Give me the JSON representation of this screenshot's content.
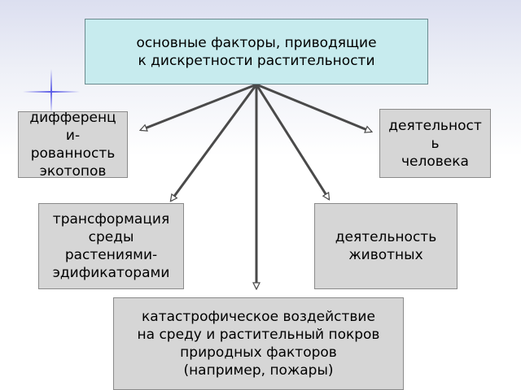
{
  "diagram": {
    "root": {
      "text": "основные факторы, приводящие\nк дискретности растительности"
    },
    "nodes": [
      {
        "id": "differentiation",
        "text": "дифференц\nи-\nрованность\nэкотопов"
      },
      {
        "id": "transformation",
        "text": "трансформация\nсреды\nрастениями-\nэдификаторами"
      },
      {
        "id": "catastrophic",
        "text": "катастрофическое воздействие\nна среду и растительный покров\nприродных факторов\n(например, пожары)"
      },
      {
        "id": "animals",
        "text": "деятельность\nживотных"
      },
      {
        "id": "human",
        "text": "деятельност\nь\nчеловека"
      }
    ],
    "colors": {
      "root_fill": "#c7ebee",
      "node_fill": "#d6d6d6",
      "arrow": "#4a4a4a"
    },
    "decorations": [
      "sparkle-icon"
    ]
  }
}
